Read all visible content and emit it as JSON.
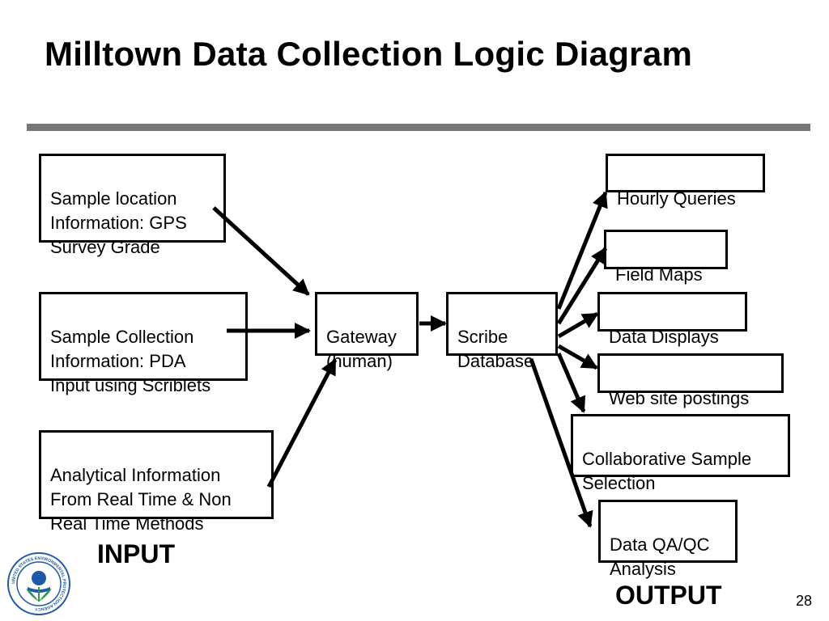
{
  "title": "Milltown Data Collection Logic Diagram",
  "inputs": [
    {
      "text": "Sample location\nInformation:  GPS\nSurvey Grade"
    },
    {
      "text": "Sample Collection\nInformation:  PDA\nInput using Scriblets"
    },
    {
      "text": "Analytical Information\nFrom Real Time & Non\nReal Time Methods"
    }
  ],
  "gateway": {
    "text": "Gateway\n(human)"
  },
  "database": {
    "text": "Scribe\nDatabase"
  },
  "outputs": [
    {
      "text": "Hourly Queries"
    },
    {
      "text": "Field Maps"
    },
    {
      "text": "Data Displays"
    },
    {
      "text": "Web site postings"
    },
    {
      "text": "Collaborative Sample\nSelection"
    },
    {
      "text": "Data QA/QC\nAnalysis"
    }
  ],
  "input_label": "INPUT",
  "output_label": "OUTPUT",
  "page_number": "28",
  "logo": {
    "icon": "epa-seal-icon",
    "text": "UNITED STATES ENVIRONMENTAL PROTECTION AGENCY"
  },
  "colors": {
    "rule": "#777777",
    "logo_blue": "#1f5aa6",
    "logo_green": "#2e9a47"
  }
}
